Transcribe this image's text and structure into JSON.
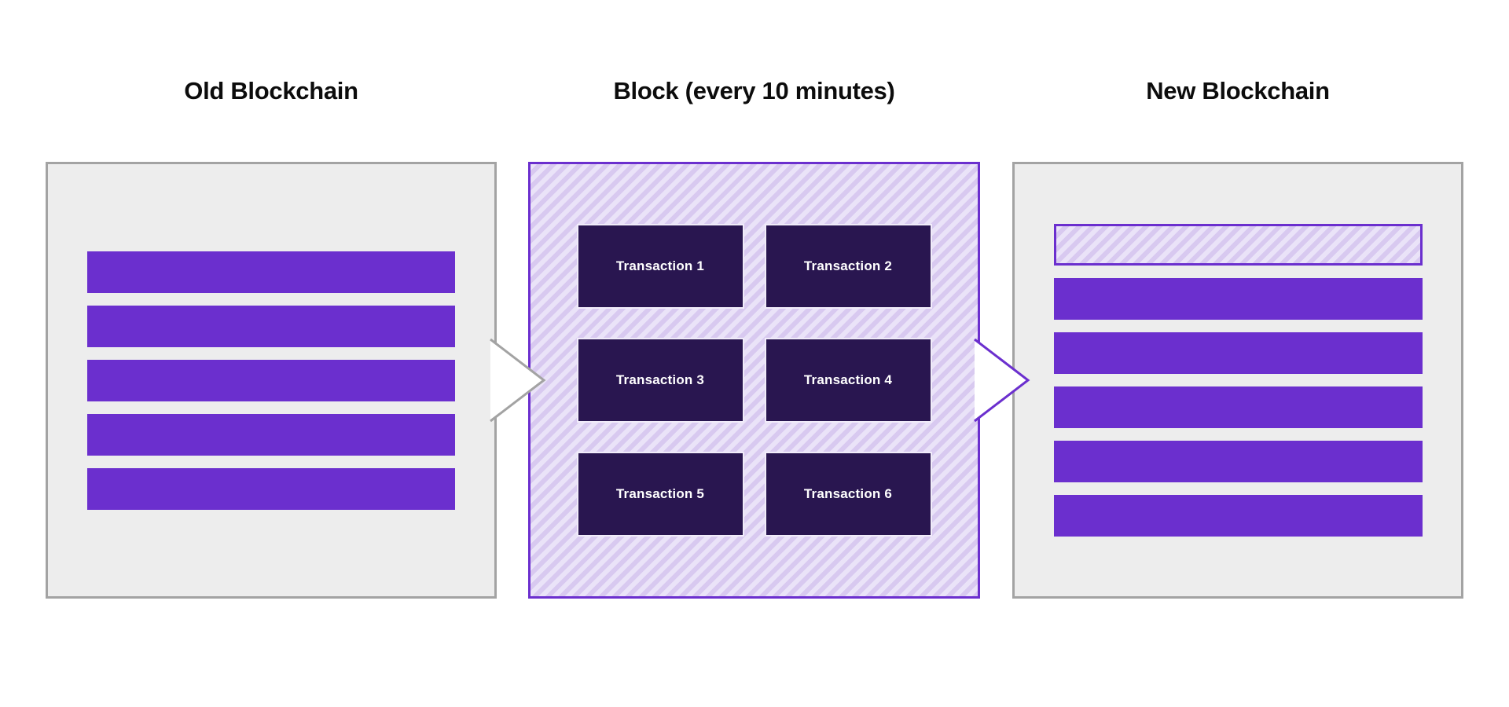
{
  "titles": {
    "old": "Old Blockchain",
    "block": "Block (every 10 minutes)",
    "new": "New Blockchain"
  },
  "block": {
    "transactions": [
      "Transaction 1",
      "Transaction 2",
      "Transaction 3",
      "Transaction 4",
      "Transaction 5",
      "Transaction 6"
    ]
  },
  "old_chain": {
    "block_bar_count": 5
  },
  "new_chain": {
    "solid_block_bar_count": 5,
    "newly_added_block": "hatched pending block bar"
  },
  "colors": {
    "accent_purple": "#6b2fce",
    "transaction_dark_purple": "#291650",
    "panel_gray_fill": "#ededed",
    "panel_gray_border": "#a3a3a3",
    "hatch_light": "#eae3f8",
    "hatch_dark": "#d8c9f0"
  }
}
